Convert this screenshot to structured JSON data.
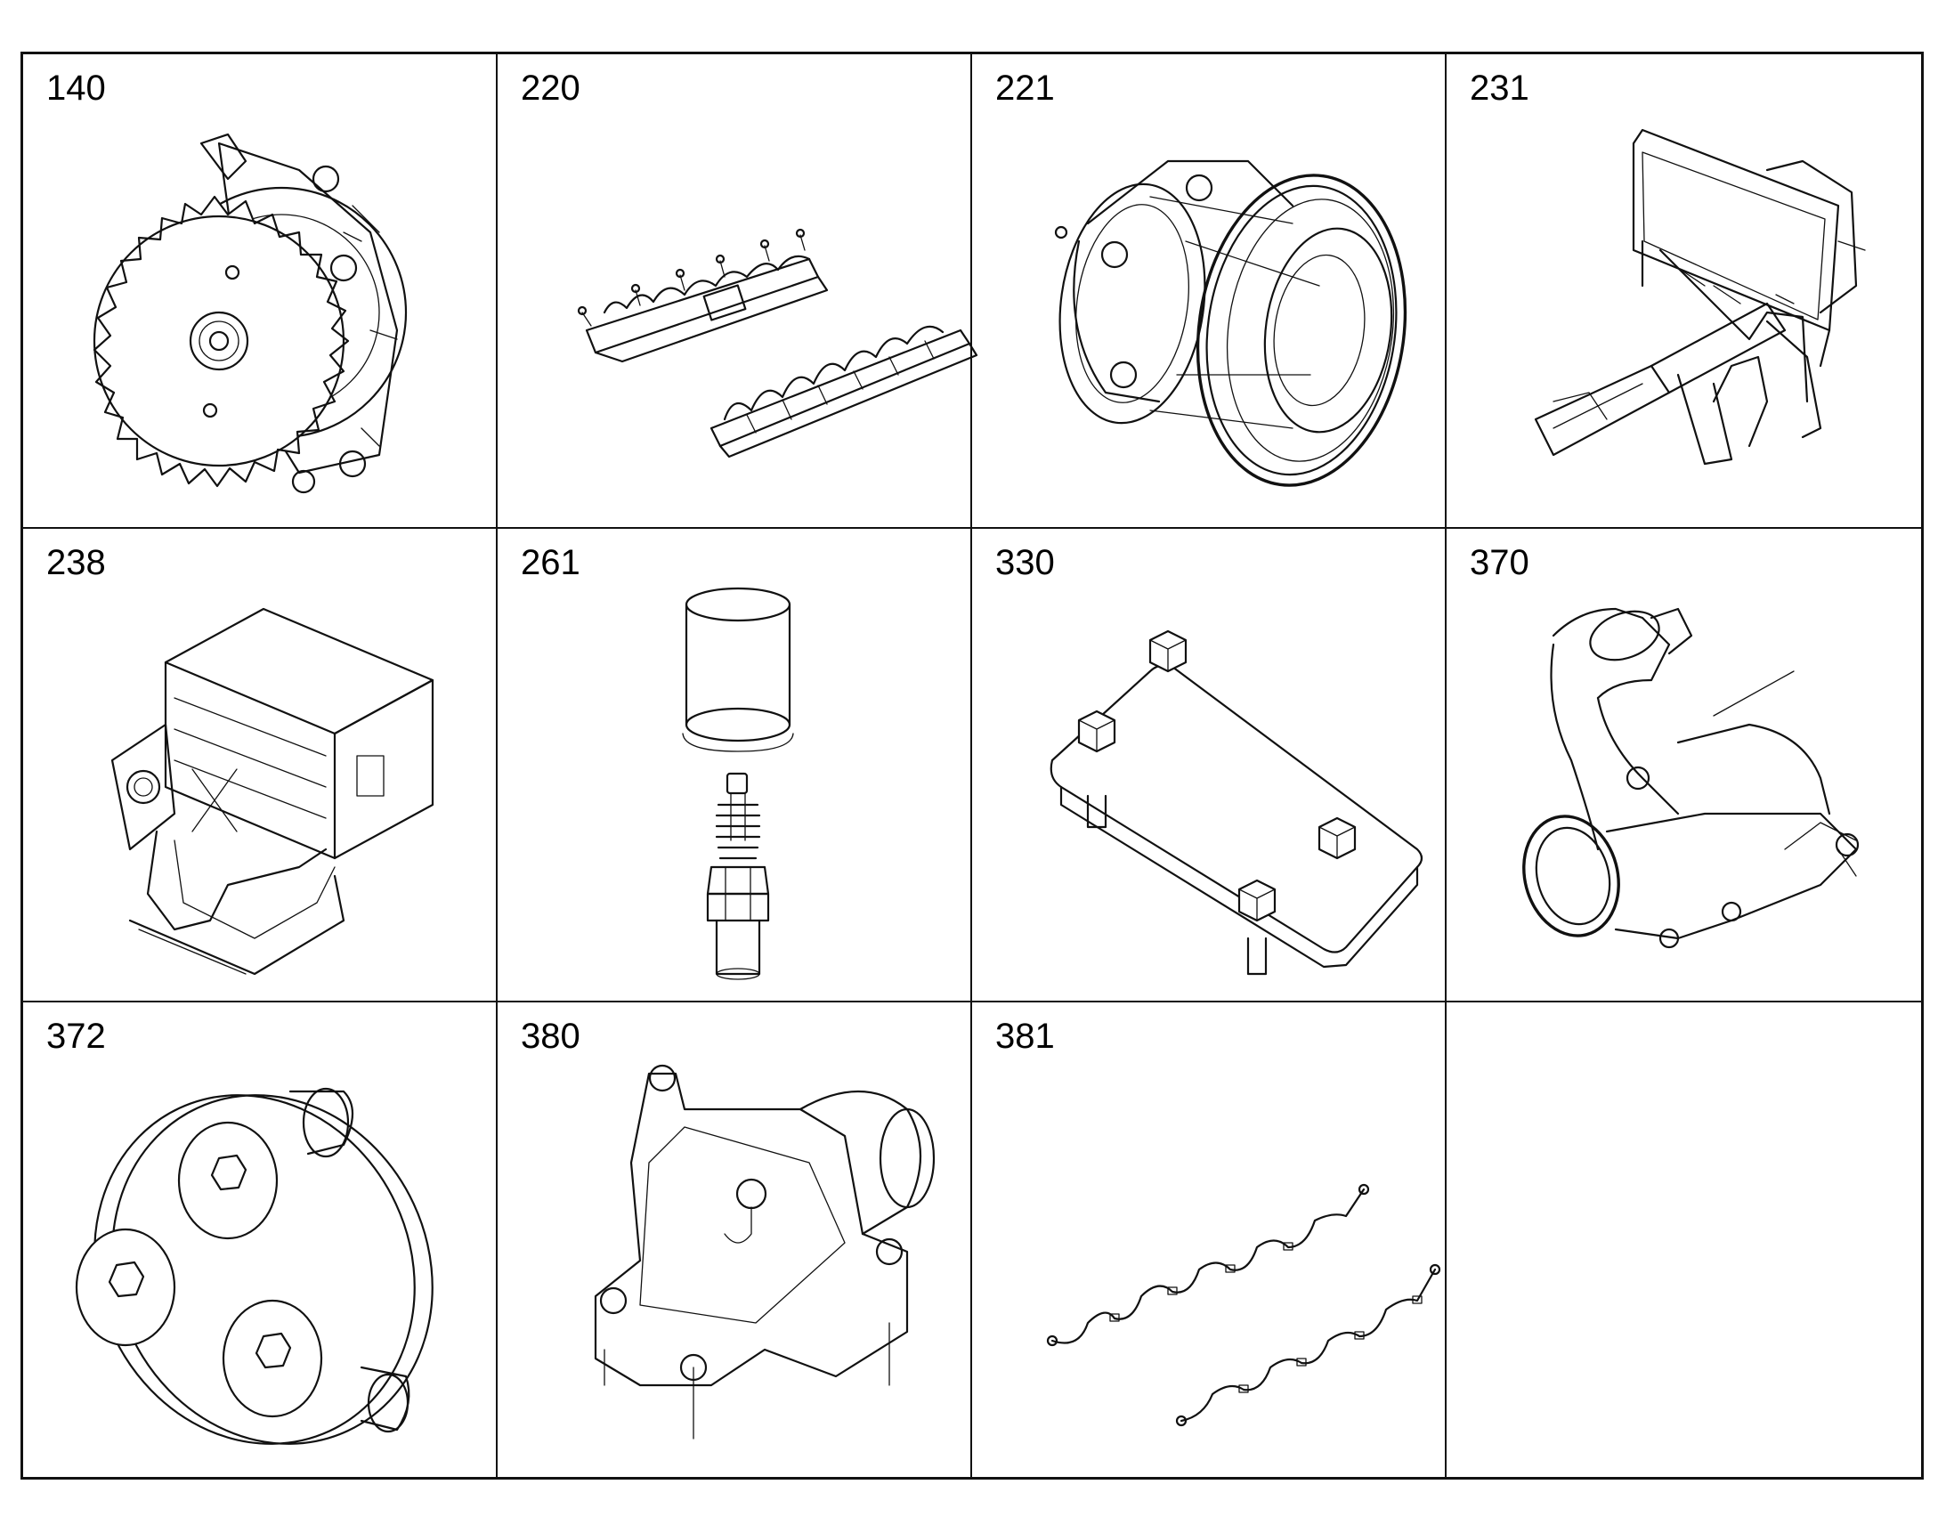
{
  "cells": [
    {
      "number": "140",
      "icon": "gear-wheel-icon"
    },
    {
      "number": "220",
      "icon": "exhaust-manifold-icon"
    },
    {
      "number": "221",
      "icon": "flanged-housing-icon"
    },
    {
      "number": "231",
      "icon": "frame-bracket-assembly-icon"
    },
    {
      "number": "238",
      "icon": "cooler-unit-icon"
    },
    {
      "number": "261",
      "icon": "filter-and-spark-plug-icon"
    },
    {
      "number": "330",
      "icon": "bolted-plate-icon"
    },
    {
      "number": "370",
      "icon": "pipe-elbow-icon"
    },
    {
      "number": "372",
      "icon": "three-bolt-flange-icon"
    },
    {
      "number": "380",
      "icon": "valve-housing-icon"
    },
    {
      "number": "381",
      "icon": "wiring-harness-icon"
    },
    {
      "number": "",
      "icon": ""
    }
  ]
}
